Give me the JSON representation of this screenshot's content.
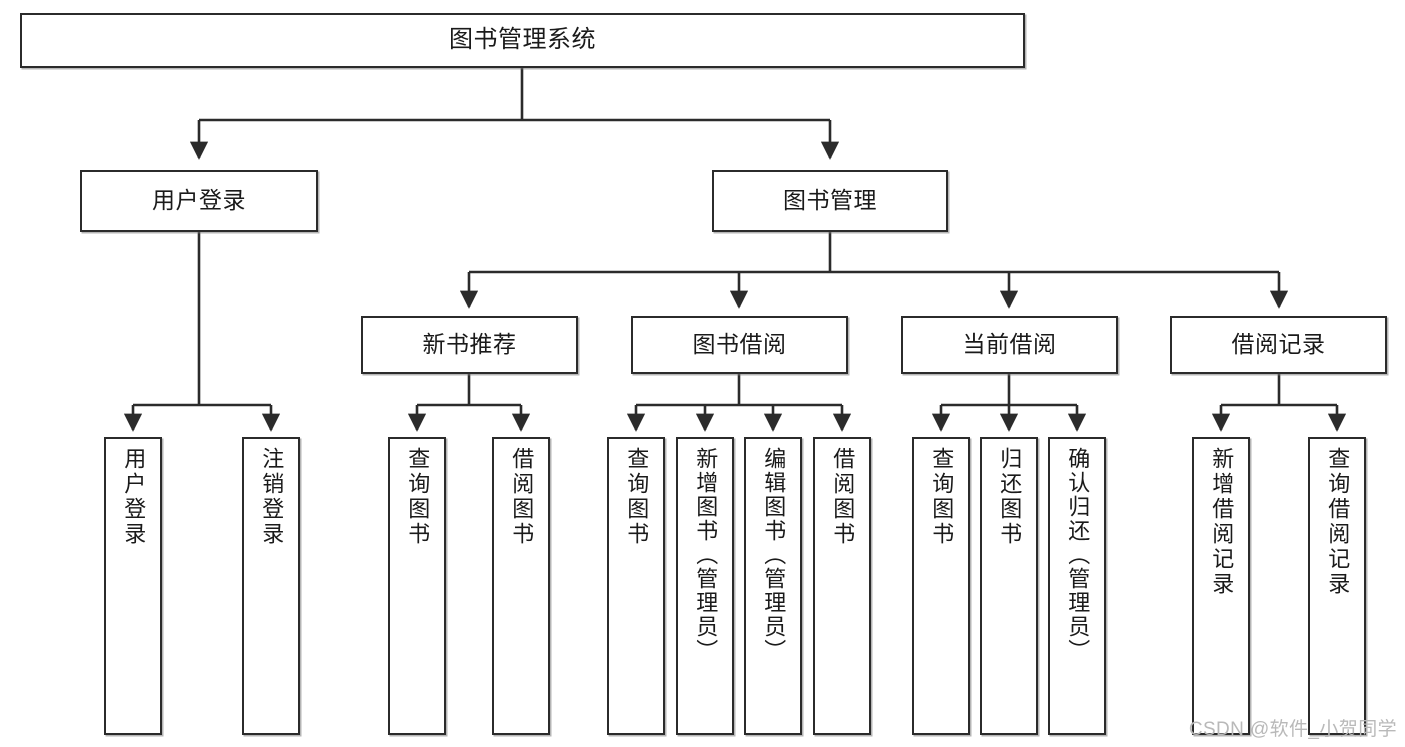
{
  "diagram": {
    "title": "图书管理系统",
    "watermark": "CSDN @软件_小贺同学",
    "colors": {
      "box_border": "#2b2b2b",
      "box_fill": "#ffffff",
      "edge": "#2b2b2b",
      "text": "#1a1a1a",
      "watermark": "#b9b9b9"
    },
    "nodes": {
      "root": {
        "label": "图书管理系统"
      },
      "level2": [
        {
          "label": "用户登录"
        },
        {
          "label": "图书管理"
        }
      ],
      "level3": [
        {
          "label": "新书推荐"
        },
        {
          "label": "图书借阅"
        },
        {
          "label": "当前借阅"
        },
        {
          "label": "借阅记录"
        }
      ],
      "leaves": {
        "user_login": [
          {
            "label": "用户登录"
          },
          {
            "label": "注销登录"
          }
        ],
        "new_book_recommend": [
          {
            "label": "查询图书"
          },
          {
            "label": "借阅图书"
          }
        ],
        "book_borrow": [
          {
            "label": "查询图书"
          },
          {
            "label": "新增图书（管理员）"
          },
          {
            "label": "编辑图书（管理员）"
          },
          {
            "label": "借阅图书"
          }
        ],
        "current_borrow": [
          {
            "label": "查询图书"
          },
          {
            "label": "归还图书"
          },
          {
            "label": "确认归还（管理员）"
          }
        ],
        "borrow_record": [
          {
            "label": "新增借阅记录"
          },
          {
            "label": "查询借阅记录"
          }
        ]
      }
    }
  }
}
